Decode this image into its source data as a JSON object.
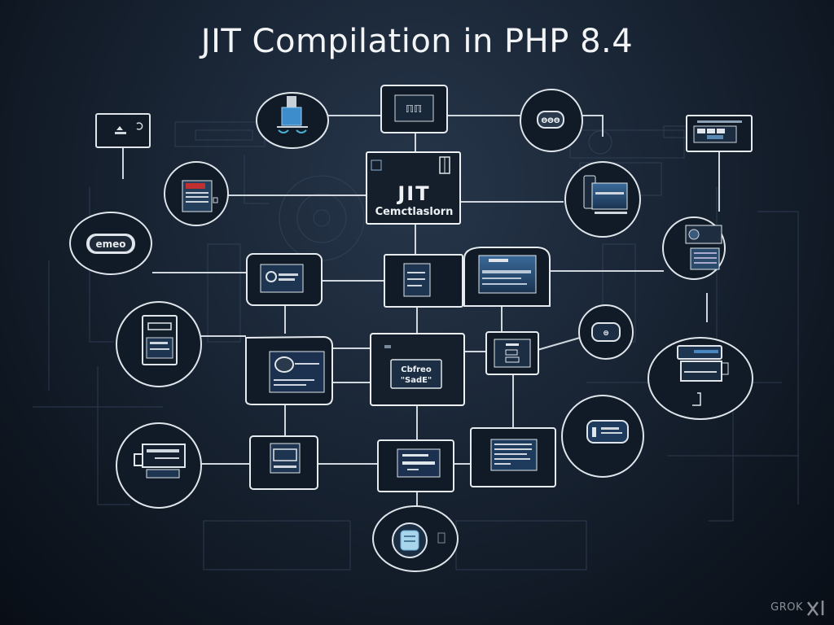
{
  "title": "JIT Compilation in PHP 8.4",
  "central_node": {
    "line1": "JIT",
    "line2": "Cemctlaslorn"
  },
  "watermark": {
    "text": "GROK",
    "icon": "xai-logo-icon"
  },
  "colors": {
    "background_center": "#26364a",
    "background_edge": "#090e16",
    "line": "#d8dee6",
    "faint_line": "#3b4a5c",
    "screen_fill": "#1f3a5c",
    "screen_glow": "#4a86c0",
    "title_text": "#f2f4f6"
  },
  "nodes": [
    {
      "id": "top-left-box",
      "shape": "rect",
      "icon": "terminal-screen-icon"
    },
    {
      "id": "top-circle-server",
      "shape": "circle",
      "icon": "server-icon"
    },
    {
      "id": "top-center-box",
      "shape": "rect",
      "icon": "code-window-icon"
    },
    {
      "id": "top-right-circle",
      "shape": "circle",
      "icon": "chip-icon"
    },
    {
      "id": "top-right-box",
      "shape": "rect",
      "icon": "dashboard-icon"
    },
    {
      "id": "left-circle-doc",
      "shape": "circle",
      "icon": "document-icon"
    },
    {
      "id": "jit-compilation",
      "shape": "rect",
      "icon": "jit-label"
    },
    {
      "id": "right-circle-monitor",
      "shape": "circle",
      "icon": "monitor-icon"
    },
    {
      "id": "far-left-pill",
      "shape": "ellipse",
      "icon": "opcode-pill-icon"
    },
    {
      "id": "far-right-circle",
      "shape": "circle",
      "icon": "printer-icon"
    },
    {
      "id": "mid-left-box",
      "shape": "rect",
      "icon": "gear-screen-icon"
    },
    {
      "id": "mid-center-box",
      "shape": "rect",
      "icon": "file-icon"
    },
    {
      "id": "mid-right-box",
      "shape": "rect",
      "icon": "code-editor-icon"
    },
    {
      "id": "left-circle-device",
      "shape": "circle",
      "icon": "calculator-icon"
    },
    {
      "id": "center-left-box",
      "shape": "rect",
      "icon": "settings-panel-icon"
    },
    {
      "id": "center-box",
      "shape": "rect",
      "icon": "bytecode-icon"
    },
    {
      "id": "center-right-box",
      "shape": "rect",
      "icon": "list-icon"
    },
    {
      "id": "right-small-circle",
      "shape": "circle",
      "icon": "key-icon"
    },
    {
      "id": "right-ellipse",
      "shape": "ellipse",
      "icon": "machine-icon"
    },
    {
      "id": "bottom-left-circle",
      "shape": "circle",
      "icon": "cup-icon"
    },
    {
      "id": "bottom-box-1",
      "shape": "rect",
      "icon": "register-icon"
    },
    {
      "id": "bottom-box-2",
      "shape": "rect",
      "icon": "assembly-icon"
    },
    {
      "id": "bottom-box-3",
      "shape": "rect",
      "icon": "text-panel-icon"
    },
    {
      "id": "bottom-right-circle",
      "shape": "circle",
      "icon": "badge-icon"
    },
    {
      "id": "bottom-circle",
      "shape": "circle",
      "icon": "cpu-icon"
    }
  ]
}
